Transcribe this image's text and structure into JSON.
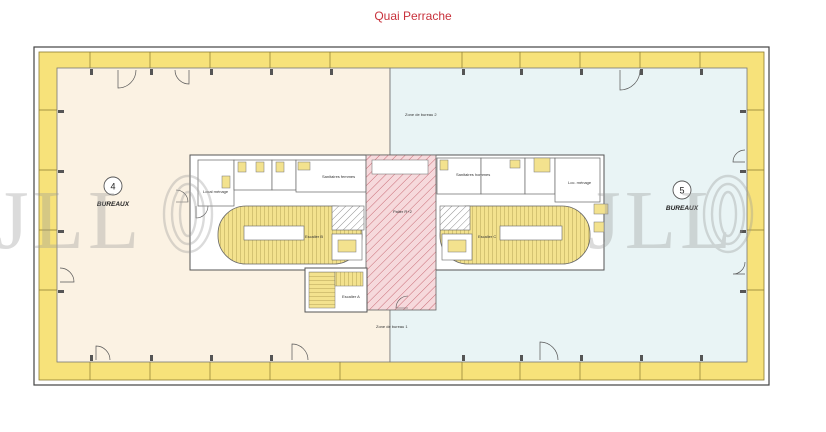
{
  "street_label": "Quai Perrache",
  "watermark": {
    "text_left": "JLL",
    "text_right": "JLL",
    "color": "#bfbfbf"
  },
  "colors": {
    "left_zone": "#fbf2e3",
    "right_zone": "#e9f4f5",
    "facade": "#f7e27a",
    "core": "#ffffff",
    "stairs": "#f3e28e",
    "hatch": "#e58b95",
    "street_text": "#c8323c",
    "walls": "#555555"
  },
  "zones": {
    "left": {
      "number": "4",
      "name": "BUREAUX"
    },
    "right": {
      "number": "5",
      "name": "BUREAUX"
    }
  },
  "room_labels": {
    "zone_bureau_2": "Zone de bureau 2",
    "zone_bureau_1": "Zone de bureau 1",
    "local_menage_left": "Local ménage",
    "sanitaires_left": "Sanitaires femmes",
    "sanitaires_right": "Sanitaires hommes",
    "local_menage_right": "Loc. ménage",
    "palier": "Palier R+2",
    "escalier_a": "Escalier A",
    "escalier_b": "Escalier B",
    "escalier_c": "Escalier C"
  }
}
